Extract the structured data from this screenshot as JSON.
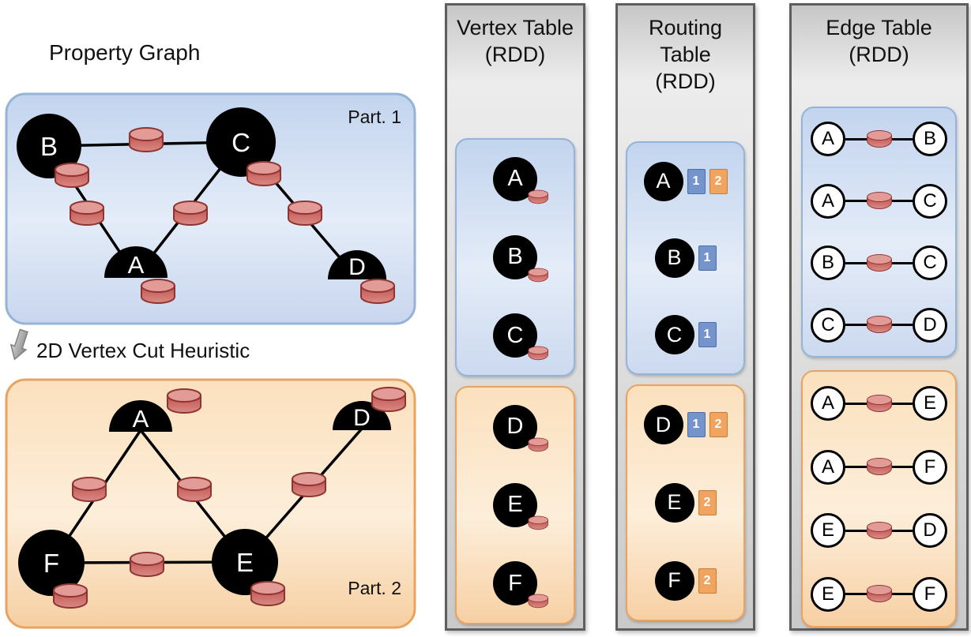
{
  "colors": {
    "partition1_fill": "#c8d8f0",
    "partition1_border": "#95b3d7",
    "partition2_fill": "#fbdcba",
    "partition2_border": "#e8a360",
    "panel_fill": "#dedede",
    "panel_border": "#5e5e5e",
    "vertex_fill": "#000000",
    "property_cylinder": "#c2534f",
    "chip_blue": "#7494cb",
    "chip_orange": "#f0a45f"
  },
  "icons": {
    "property_icon": "red-database-cylinder",
    "cut_icon": "gray-down-arrow"
  },
  "property_graph": {
    "title": "Property Graph",
    "cut_label": "2D Vertex Cut Heuristic",
    "part1": {
      "label": "Part. 1",
      "vertices": [
        "B",
        "C",
        "A",
        "D"
      ],
      "edges": [
        "B-C",
        "B-A",
        "C-A",
        "C-D"
      ]
    },
    "part2": {
      "label": "Part. 2",
      "vertices": [
        "A",
        "D",
        "F",
        "E"
      ],
      "edges": [
        "A-F",
        "A-E",
        "F-E",
        "E-D"
      ]
    }
  },
  "vertex_table": {
    "title_lines": [
      "Vertex Table",
      "(RDD)"
    ],
    "part1": [
      "A",
      "B",
      "C"
    ],
    "part2": [
      "D",
      "E",
      "F"
    ]
  },
  "routing_table": {
    "title_lines": [
      "Routing",
      "Table",
      "(RDD)"
    ],
    "part1": [
      {
        "vertex": "A",
        "parts": [
          "1",
          "2"
        ]
      },
      {
        "vertex": "B",
        "parts": [
          "1"
        ]
      },
      {
        "vertex": "C",
        "parts": [
          "1"
        ]
      }
    ],
    "part2": [
      {
        "vertex": "D",
        "parts": [
          "1",
          "2"
        ]
      },
      {
        "vertex": "E",
        "parts": [
          "2"
        ]
      },
      {
        "vertex": "F",
        "parts": [
          "2"
        ]
      }
    ]
  },
  "edge_table": {
    "title_lines": [
      "Edge Table",
      "(RDD)"
    ],
    "part1": [
      {
        "src": "A",
        "dst": "B"
      },
      {
        "src": "A",
        "dst": "C"
      },
      {
        "src": "B",
        "dst": "C"
      },
      {
        "src": "C",
        "dst": "D"
      }
    ],
    "part2": [
      {
        "src": "A",
        "dst": "E"
      },
      {
        "src": "A",
        "dst": "F"
      },
      {
        "src": "E",
        "dst": "D"
      },
      {
        "src": "E",
        "dst": "F"
      }
    ]
  }
}
